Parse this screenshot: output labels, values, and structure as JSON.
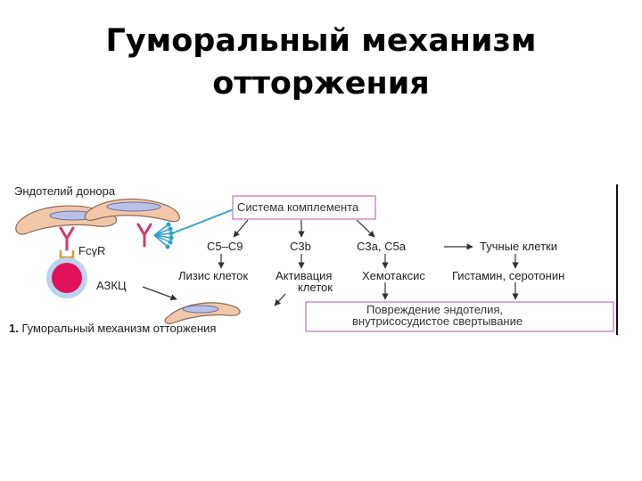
{
  "slide_title": {
    "line1": "Гуморальный механизм",
    "line2": "отторжения"
  },
  "diagram": {
    "donor_endothelium": "Эндотелий донора",
    "fc_receptor": "FcγR",
    "adcc": "АЗКЦ",
    "complement_system": "Система комплемента",
    "c5_c9": "C5–C9",
    "c3b": "C3b",
    "c3a_c5a": "C3a, C5a",
    "mast_cells": "Тучные клетки",
    "cell_lysis": "Лизис клеток",
    "cell_activation_1": "Активация",
    "cell_activation_2": "клеток",
    "chemotaxis": "Хемотаксис",
    "histamine_serotonin": "Гистамин, серотонин",
    "damage_line1": "Повреждение эндотелия,",
    "damage_line2": "внутрисосудистое свертывание",
    "caption_number": "1.",
    "caption_text": "Гуморальный механизм отторжения"
  },
  "colors": {
    "cell_fill": "#f2c7a8",
    "cell_stroke": "#8a6a5a",
    "nucleus": "#b9c2e6",
    "antibody": "#d3386e",
    "nk_cell": "#e0125a",
    "nk_halo": "#b9d4ee",
    "complement_line": "#2aa0d0",
    "box_border": "#c792c2",
    "arrow": "#333333"
  }
}
